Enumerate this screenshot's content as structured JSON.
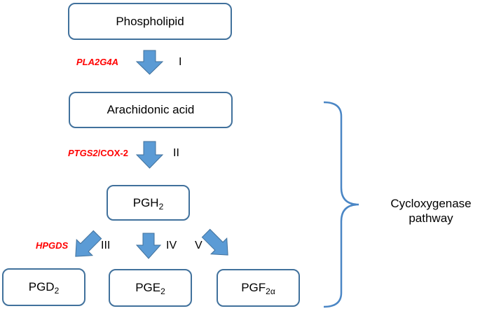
{
  "nodes": {
    "phospholipid": "Phospholipid",
    "arachidonic_acid": "Arachidonic acid",
    "pgh": {
      "base": "PGH",
      "sub": "2"
    },
    "pgd": {
      "base": "PGD",
      "sub": "2"
    },
    "pge": {
      "base": "PGE",
      "sub": "2"
    },
    "pgf": {
      "base": "PGF",
      "sub": "2α"
    }
  },
  "enzymes": {
    "pla2g4a": "PLA2G4A",
    "ptgs2": "PTGS2",
    "cox2": "/COX-2",
    "hpgds": "HPGDS"
  },
  "steps": [
    "I",
    "II",
    "III",
    "IV",
    "V"
  ],
  "pathway": {
    "line1": "Cycloxygenase",
    "line2": "pathway"
  },
  "colors": {
    "box_border": "#41719c",
    "arrow_fill": "#5b9bd5",
    "arrow_stroke": "#41719c",
    "enzyme_text": "#ff0000"
  }
}
